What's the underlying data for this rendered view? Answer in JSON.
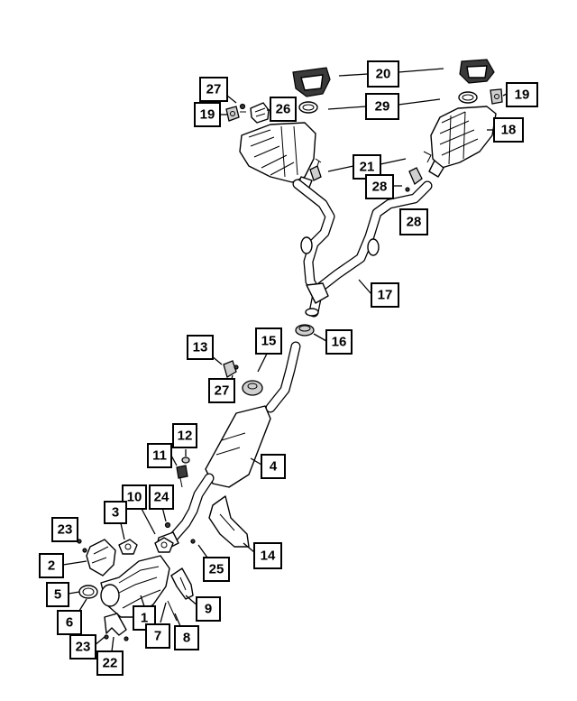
{
  "callouts": [
    {
      "id": "20",
      "text": "20"
    },
    {
      "id": "27a",
      "text": "27"
    },
    {
      "id": "19a",
      "text": "19"
    },
    {
      "id": "26",
      "text": "26"
    },
    {
      "id": "29",
      "text": "29"
    },
    {
      "id": "19b",
      "text": "19"
    },
    {
      "id": "18",
      "text": "18"
    },
    {
      "id": "21",
      "text": "21"
    },
    {
      "id": "28a",
      "text": "28"
    },
    {
      "id": "28b",
      "text": "28"
    },
    {
      "id": "17",
      "text": "17"
    },
    {
      "id": "15",
      "text": "15"
    },
    {
      "id": "16",
      "text": "16"
    },
    {
      "id": "13",
      "text": "13"
    },
    {
      "id": "27b",
      "text": "27"
    },
    {
      "id": "12",
      "text": "12"
    },
    {
      "id": "11",
      "text": "11"
    },
    {
      "id": "4",
      "text": "4"
    },
    {
      "id": "10",
      "text": "10"
    },
    {
      "id": "24",
      "text": "24"
    },
    {
      "id": "3",
      "text": "3"
    },
    {
      "id": "23a",
      "text": "23"
    },
    {
      "id": "2",
      "text": "2"
    },
    {
      "id": "25",
      "text": "25"
    },
    {
      "id": "14",
      "text": "14"
    },
    {
      "id": "5",
      "text": "5"
    },
    {
      "id": "9",
      "text": "9"
    },
    {
      "id": "6",
      "text": "6"
    },
    {
      "id": "1",
      "text": "1"
    },
    {
      "id": "7",
      "text": "7"
    },
    {
      "id": "8",
      "text": "8"
    },
    {
      "id": "23b",
      "text": "23"
    },
    {
      "id": "22",
      "text": "22"
    }
  ]
}
